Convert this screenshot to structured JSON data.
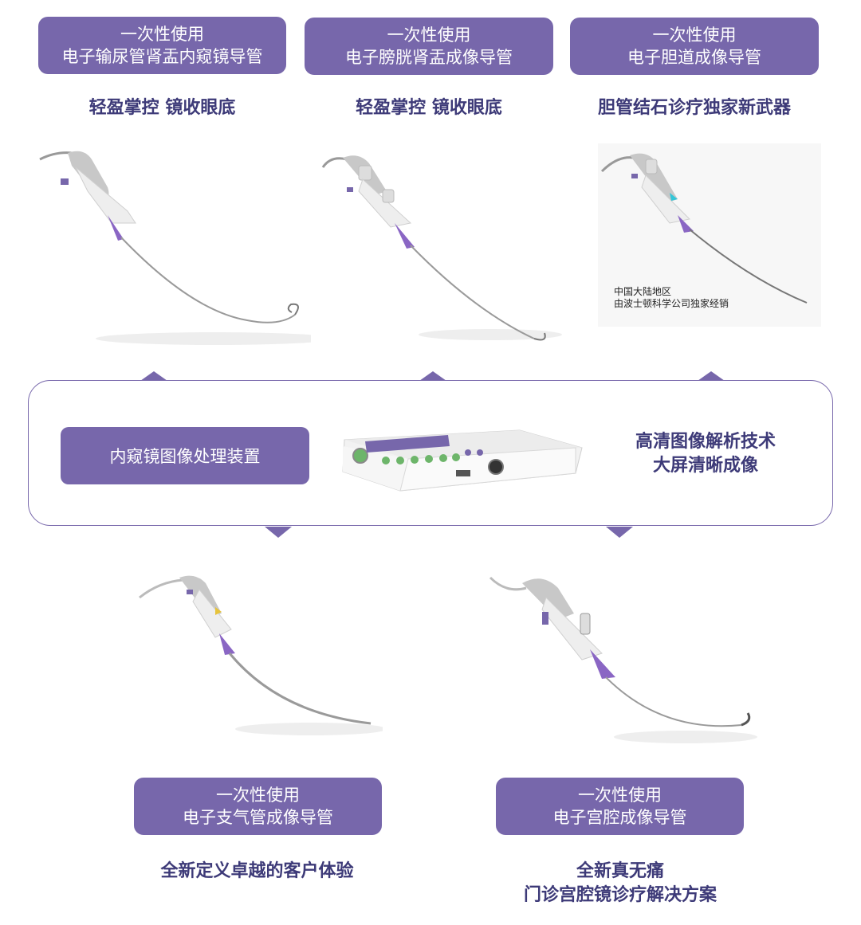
{
  "products": [
    {
      "id": "ureteroscope",
      "badge_line1": "一次性使用",
      "badge_line2": "电子输尿管肾盂内窥镜导管",
      "tagline": "轻盈掌控  镜收眼底",
      "icon": "flexible-endoscope-image"
    },
    {
      "id": "cystoscope",
      "badge_line1": "一次性使用",
      "badge_line2": "电子膀胱肾盂成像导管",
      "tagline": "轻盈掌控  镜收眼底",
      "icon": "flexible-endoscope-image"
    },
    {
      "id": "cholangioscope",
      "badge_line1": "一次性使用",
      "badge_line2": "电子胆道成像导管",
      "tagline": "胆管结石诊疗独家新武器",
      "note_line1": "中国大陆地区",
      "note_line2": "由波士顿科学公司独家经销",
      "icon": "flexible-endoscope-image"
    },
    {
      "id": "bronchoscope",
      "badge_line1": "一次性使用",
      "badge_line2": "电子支气管成像导管",
      "tagline": "全新定义卓越的客户体验",
      "icon": "flexible-endoscope-image"
    },
    {
      "id": "hysteroscope",
      "badge_line1": "一次性使用",
      "badge_line2": "电子宫腔成像导管",
      "tagline_line1": "全新真无痛",
      "tagline_line2": "门诊宫腔镜诊疗解决方案",
      "icon": "flexible-endoscope-image"
    }
  ],
  "processor": {
    "label": "内窥镜图像处理装置",
    "feature_line1": "高清图像解析技术",
    "feature_line2": "大屏清晰成像",
    "icon": "image-processor-unit"
  },
  "colors": {
    "accent": "#7767ab",
    "heading": "#3d3a78",
    "scope_tip": "#8a66c4"
  }
}
